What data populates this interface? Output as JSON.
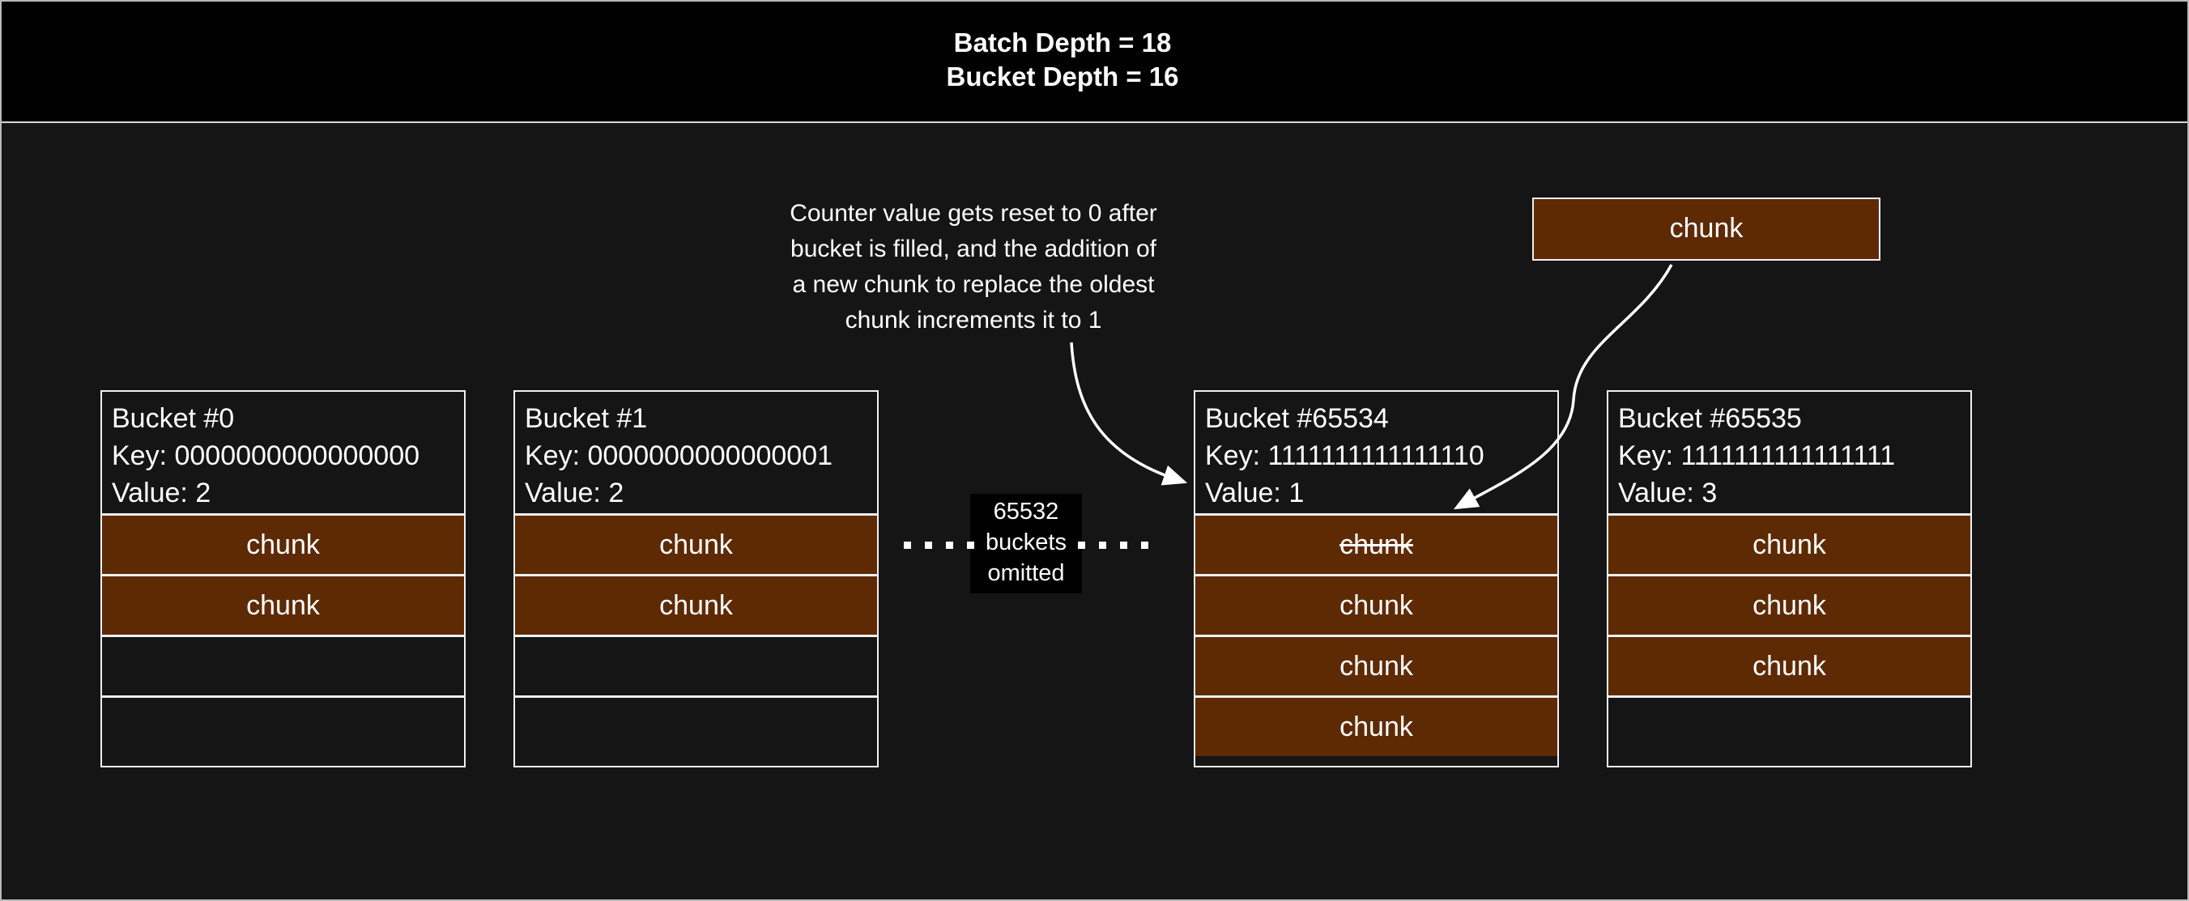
{
  "header": {
    "title": "Batch Depth = 18\nBucket Depth = 16"
  },
  "annotation": {
    "text": "Counter value gets reset to 0 after\nbucket is filled, and the addition of\na new chunk to replace the oldest\nchunk increments it to 1"
  },
  "floating_chunk": {
    "label": "chunk"
  },
  "omitted": {
    "label": "65532\nbuckets\nomitted",
    "left_dots": 4,
    "right_dots": 4
  },
  "buckets": [
    {
      "title": "Bucket #0",
      "key": "Key: 0000000000000000",
      "value": "Value: 2",
      "slots": [
        {
          "label": "chunk",
          "filled": true,
          "struck": false
        },
        {
          "label": "chunk",
          "filled": true,
          "struck": false
        },
        {
          "label": "",
          "filled": false,
          "struck": false
        },
        {
          "label": "",
          "filled": false,
          "struck": false
        }
      ]
    },
    {
      "title": "Bucket #1",
      "key": "Key: 0000000000000001",
      "value": "Value: 2",
      "slots": [
        {
          "label": "chunk",
          "filled": true,
          "struck": false
        },
        {
          "label": "chunk",
          "filled": true,
          "struck": false
        },
        {
          "label": "",
          "filled": false,
          "struck": false
        },
        {
          "label": "",
          "filled": false,
          "struck": false
        }
      ]
    },
    {
      "title": "Bucket #65534",
      "key": "Key: 1111111111111110",
      "value": "Value: 1",
      "slots": [
        {
          "label": "chunk",
          "filled": true,
          "struck": true
        },
        {
          "label": "chunk",
          "filled": true,
          "struck": false
        },
        {
          "label": "chunk",
          "filled": true,
          "struck": false
        },
        {
          "label": "chunk",
          "filled": true,
          "struck": false
        }
      ]
    },
    {
      "title": "Bucket #65535",
      "key": "Key: 1111111111111111",
      "value": "Value: 3",
      "slots": [
        {
          "label": "chunk",
          "filled": true,
          "struck": false
        },
        {
          "label": "chunk",
          "filled": true,
          "struck": false
        },
        {
          "label": "chunk",
          "filled": true,
          "struck": false
        },
        {
          "label": "",
          "filled": false,
          "struck": false
        }
      ]
    }
  ],
  "colors": {
    "chunk_fill": "#5d2a04",
    "background": "#151515",
    "header_bg": "#000000",
    "box_border": "#f0f0f0",
    "text": "#ffffff"
  }
}
